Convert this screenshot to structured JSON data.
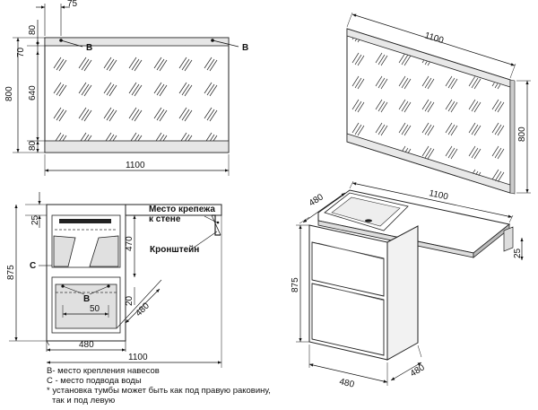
{
  "front_view": {
    "dims": {
      "top_offset": "75",
      "d80_top": "80",
      "d70": "70",
      "d800": "800",
      "d640": "640",
      "d80_bottom": "80",
      "width": "1100"
    },
    "marker_b": "B"
  },
  "iso_mirror": {
    "width": "1100",
    "height": "800"
  },
  "side_view": {
    "dims": {
      "d25": "25",
      "d875": "875",
      "d470": "470",
      "d20": "20",
      "d480_diag": "480",
      "d50": "50",
      "d480": "480",
      "d1100": "1100"
    },
    "marker_c": "C",
    "marker_b": "B",
    "callout_wall": "Место крепежа\nк стене",
    "callout_bracket": "Кронштейн"
  },
  "iso_cabinet": {
    "d480_top": "480",
    "d1100": "1100",
    "d25": "25",
    "d875": "875",
    "d480_bottom_left": "480",
    "d480_bottom_right": "480"
  },
  "legend": {
    "line1": "B- место крепления навесов",
    "line2": "C - место подвода воды",
    "line3": "* установка тумбы может быть как под правую раковину,",
    "line4": "так и под левую"
  }
}
